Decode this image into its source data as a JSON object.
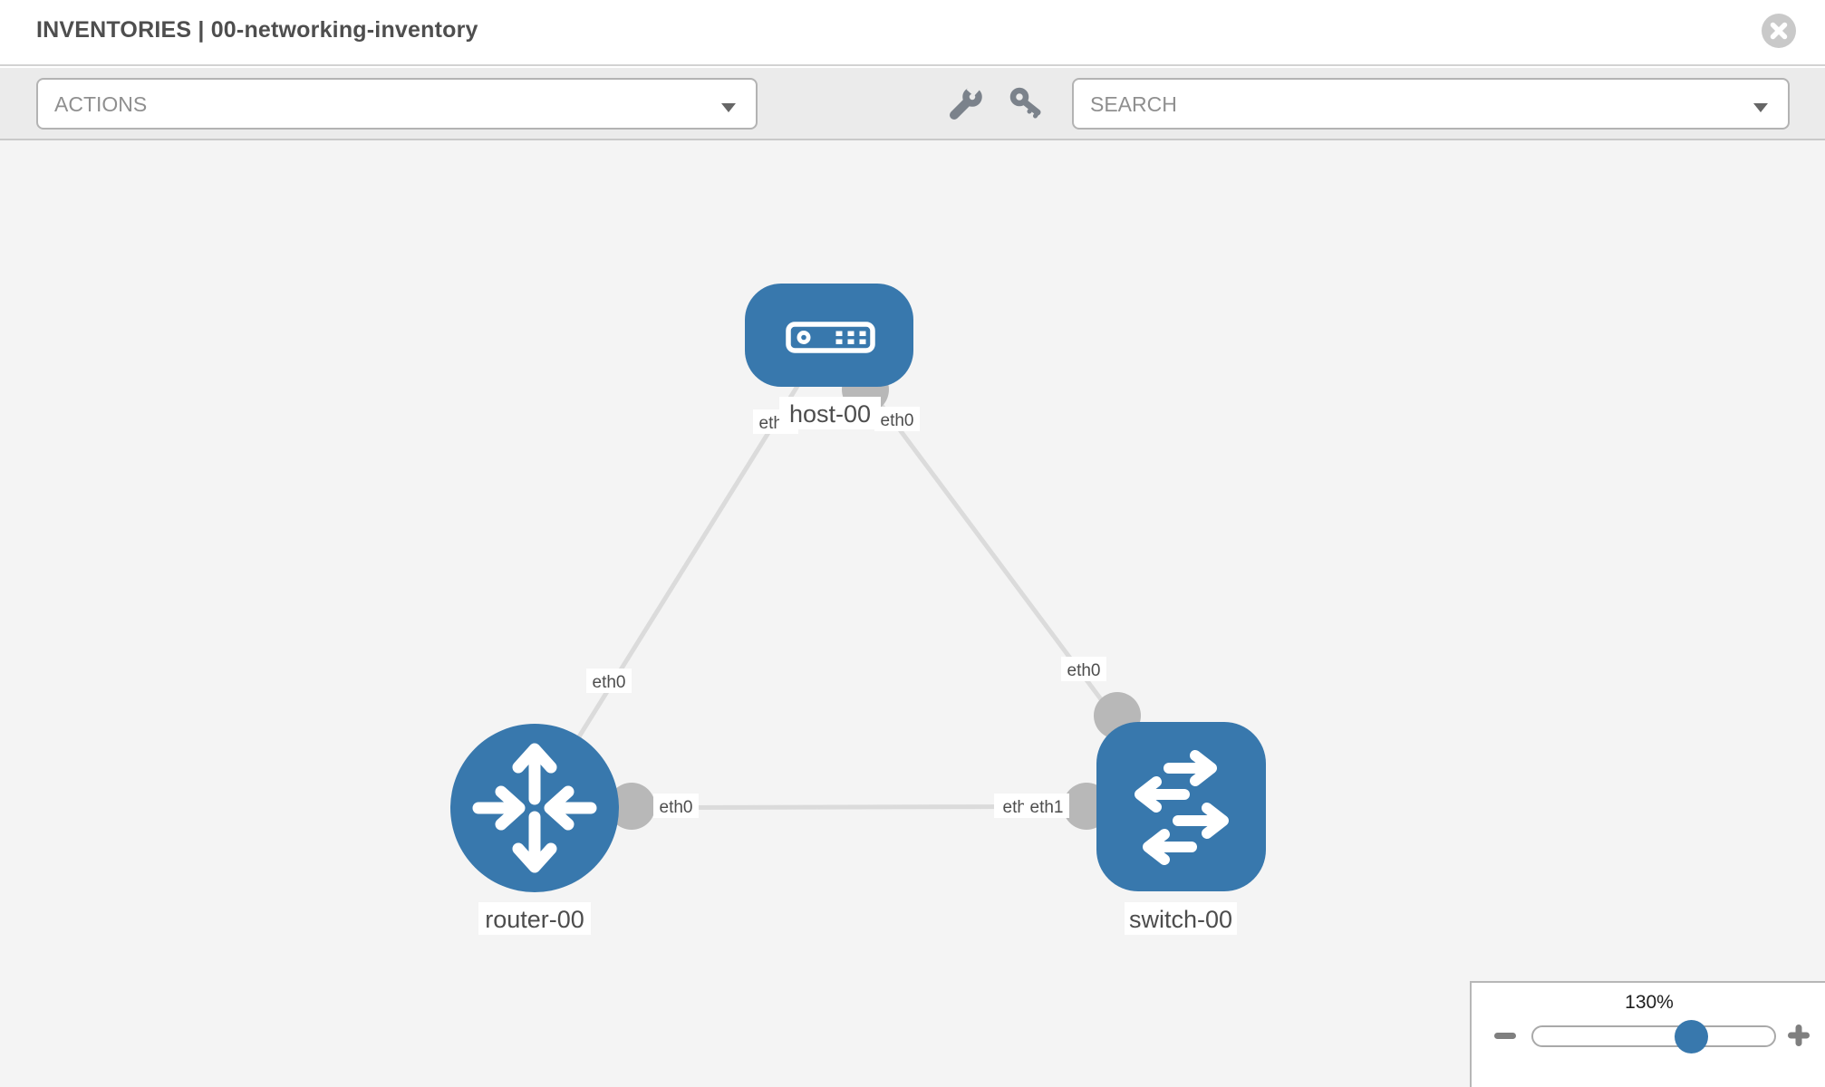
{
  "header": {
    "title": "INVENTORIES | 00-networking-inventory"
  },
  "toolbar": {
    "actions_label": "ACTIONS",
    "search_placeholder": "SEARCH"
  },
  "icons": {
    "close": "circle-x-icon",
    "wrench": "wrench-icon",
    "key": "key-icon",
    "caret": "chevron-down-icon",
    "minus": "minus-icon",
    "plus": "plus-icon"
  },
  "topology": {
    "nodes": [
      {
        "id": "host-00",
        "type": "host",
        "label": "host-00"
      },
      {
        "id": "router-00",
        "type": "router",
        "label": "router-00"
      },
      {
        "id": "switch-00",
        "type": "switch",
        "label": "switch-00"
      }
    ],
    "links": [
      {
        "from": "host-00",
        "to": "router-00",
        "from_interface": "eth0",
        "to_interface": "eth0"
      },
      {
        "from": "host-00",
        "to": "switch-00",
        "from_interface": "eth0",
        "to_interface": "eth0"
      },
      {
        "from": "router-00",
        "to": "switch-00",
        "from_interface": "eth0",
        "to_interface": "eth1",
        "to_interface_overlapped": "eth0"
      }
    ],
    "colors": {
      "node_fill": "#3878ad",
      "link": "#dbdbdb",
      "interface_dot": "#b8b8b8",
      "label_text": "#4d4d4d"
    }
  },
  "zoom_control": {
    "level": "130%"
  }
}
